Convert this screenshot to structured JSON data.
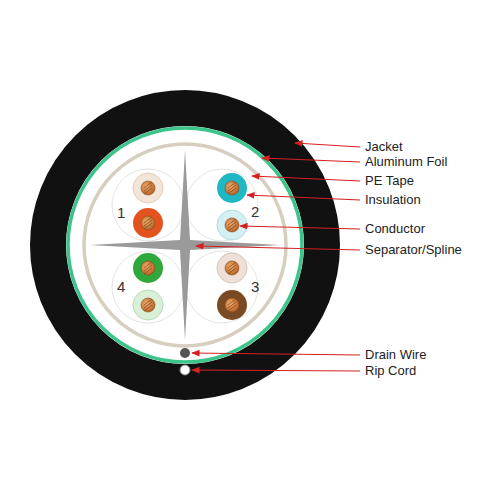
{
  "diagram": {
    "labels": [
      "Jacket",
      "Aluminum Foil",
      "PE Tape",
      "Insulation",
      "Conductor",
      "Separator/Spline",
      "Drain Wire",
      "Rip Cord",
      "1",
      "2",
      "4",
      "3"
    ]
  }
}
